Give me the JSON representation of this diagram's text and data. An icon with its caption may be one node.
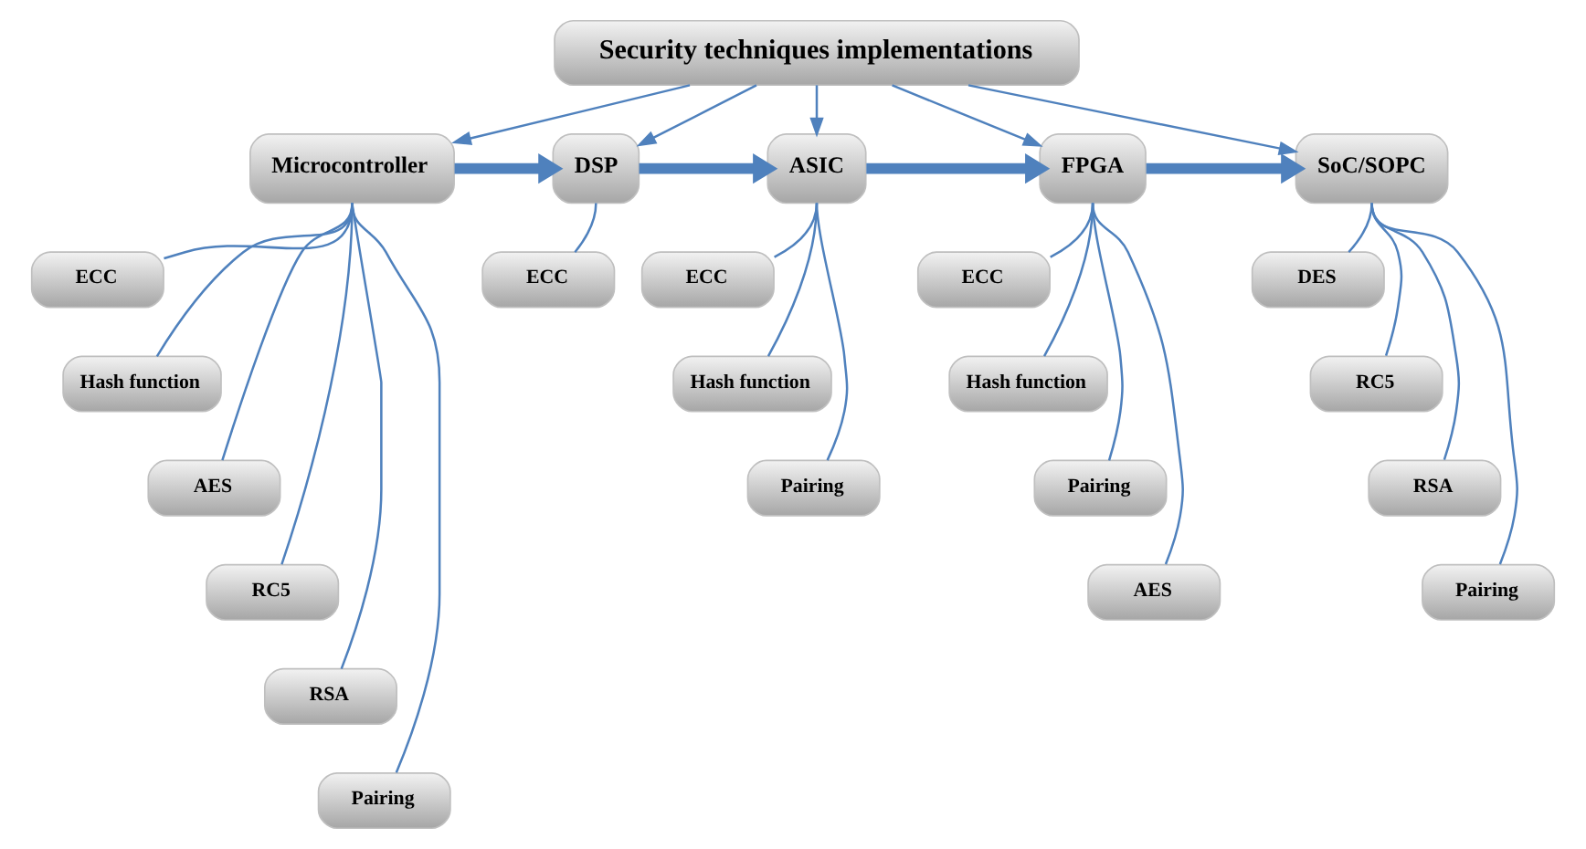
{
  "diagram": {
    "nodes": [
      {
        "text": [
          "Security techniques implementations"
        ]
      },
      {
        "text": [
          "Microcontroller"
        ]
      },
      {
        "text": [
          "DSP"
        ]
      },
      {
        "text": [
          "ASIC"
        ]
      },
      {
        "text": [
          "FPGA"
        ]
      },
      {
        "text": [
          "SoC/SOPC"
        ]
      },
      {
        "text": [
          "ECC"
        ]
      },
      {
        "text": [
          "Hash function"
        ]
      },
      {
        "text": [
          "AES"
        ]
      },
      {
        "text": [
          "RC5"
        ]
      },
      {
        "text": [
          "RSA"
        ]
      },
      {
        "text": [
          "Pairing"
        ]
      },
      {
        "text": [
          "ECC"
        ]
      },
      {
        "text": [
          "ECC"
        ]
      },
      {
        "text": [
          "Hash function"
        ]
      },
      {
        "text": [
          "Pairing"
        ]
      },
      {
        "text": [
          "ECC"
        ]
      },
      {
        "text": [
          "Hash function"
        ]
      },
      {
        "text": [
          "Pairing"
        ]
      },
      {
        "text": [
          "AES"
        ]
      },
      {
        "text": [
          "DES"
        ]
      },
      {
        "text": [
          "RC5"
        ]
      },
      {
        "text": [
          "RSA"
        ]
      },
      {
        "text": [
          "Pairing"
        ]
      }
    ],
    "edges": [
      {
        "from": 0,
        "to": 1,
        "arrow": "to"
      },
      {
        "from": 0,
        "to": 2,
        "arrow": "to"
      },
      {
        "from": 0,
        "to": 3,
        "arrow": "to"
      },
      {
        "from": 0,
        "to": 4,
        "arrow": "to"
      },
      {
        "from": 0,
        "to": 5,
        "arrow": "to"
      },
      {
        "from": 1,
        "to": 2,
        "arrow": "to",
        "style": "thick"
      },
      {
        "from": 2,
        "to": 3,
        "arrow": "to",
        "style": "thick"
      },
      {
        "from": 3,
        "to": 4,
        "arrow": "to",
        "style": "thick"
      },
      {
        "from": 4,
        "to": 5,
        "arrow": "to",
        "style": "thick"
      },
      {
        "from": 1,
        "to": 6,
        "arrow": "none"
      },
      {
        "from": 1,
        "to": 7,
        "arrow": "none"
      },
      {
        "from": 1,
        "to": 8,
        "arrow": "none"
      },
      {
        "from": 1,
        "to": 9,
        "arrow": "none"
      },
      {
        "from": 1,
        "to": 10,
        "arrow": "none"
      },
      {
        "from": 1,
        "to": 11,
        "arrow": "none"
      },
      {
        "from": 2,
        "to": 12,
        "arrow": "none"
      },
      {
        "from": 3,
        "to": 13,
        "arrow": "none"
      },
      {
        "from": 3,
        "to": 14,
        "arrow": "none"
      },
      {
        "from": 3,
        "to": 15,
        "arrow": "none"
      },
      {
        "from": 4,
        "to": 16,
        "arrow": "none"
      },
      {
        "from": 4,
        "to": 17,
        "arrow": "none"
      },
      {
        "from": 4,
        "to": 18,
        "arrow": "none"
      },
      {
        "from": 4,
        "to": 19,
        "arrow": "none"
      },
      {
        "from": 5,
        "to": 20,
        "arrow": "none"
      },
      {
        "from": 5,
        "to": 21,
        "arrow": "none"
      },
      {
        "from": 5,
        "to": 22,
        "arrow": "none"
      },
      {
        "from": 5,
        "to": 23,
        "arrow": "none"
      }
    ]
  }
}
